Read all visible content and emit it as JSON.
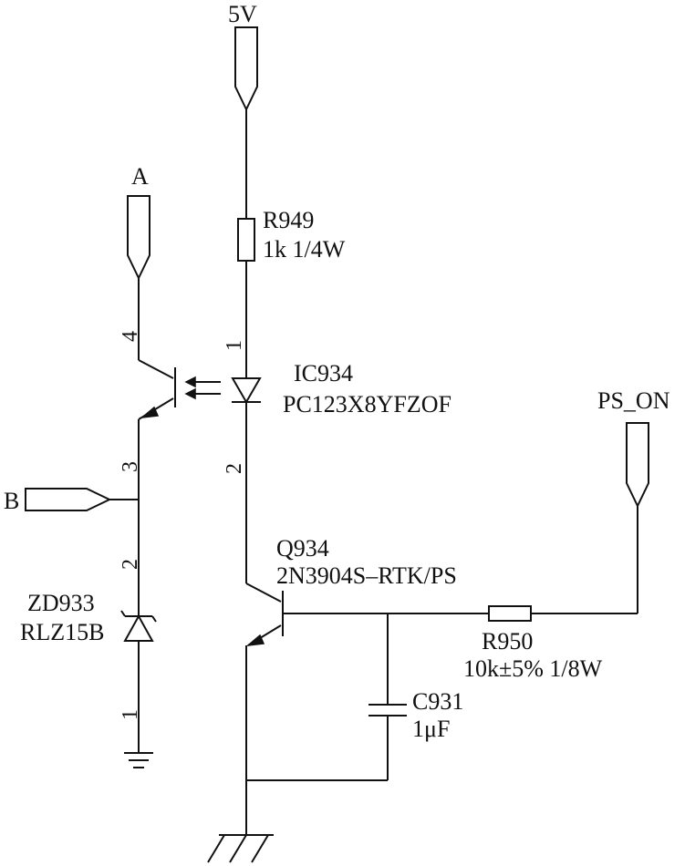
{
  "nets": {
    "vcc": "5V",
    "a": "A",
    "b": "B",
    "ps_on": "PS_ON"
  },
  "components": {
    "r949": {
      "ref": "R949",
      "value": "1k 1/4W"
    },
    "ic934": {
      "ref": "IC934",
      "part": "PC123X8YFZOF"
    },
    "q934": {
      "ref": "Q934",
      "part": "2N3904S–RTK/PS"
    },
    "r950": {
      "ref": "R950",
      "value": "10k±5% 1/8W"
    },
    "c931": {
      "ref": "C931",
      "value": "1μF"
    },
    "zd933": {
      "ref": "ZD933",
      "part": "RLZ15B"
    }
  },
  "pins": {
    "led_anode": "1",
    "led_cathode": "2",
    "photo_collector": "4",
    "photo_emitter": "3",
    "zener_cathode": "2",
    "zener_anode": "1"
  }
}
